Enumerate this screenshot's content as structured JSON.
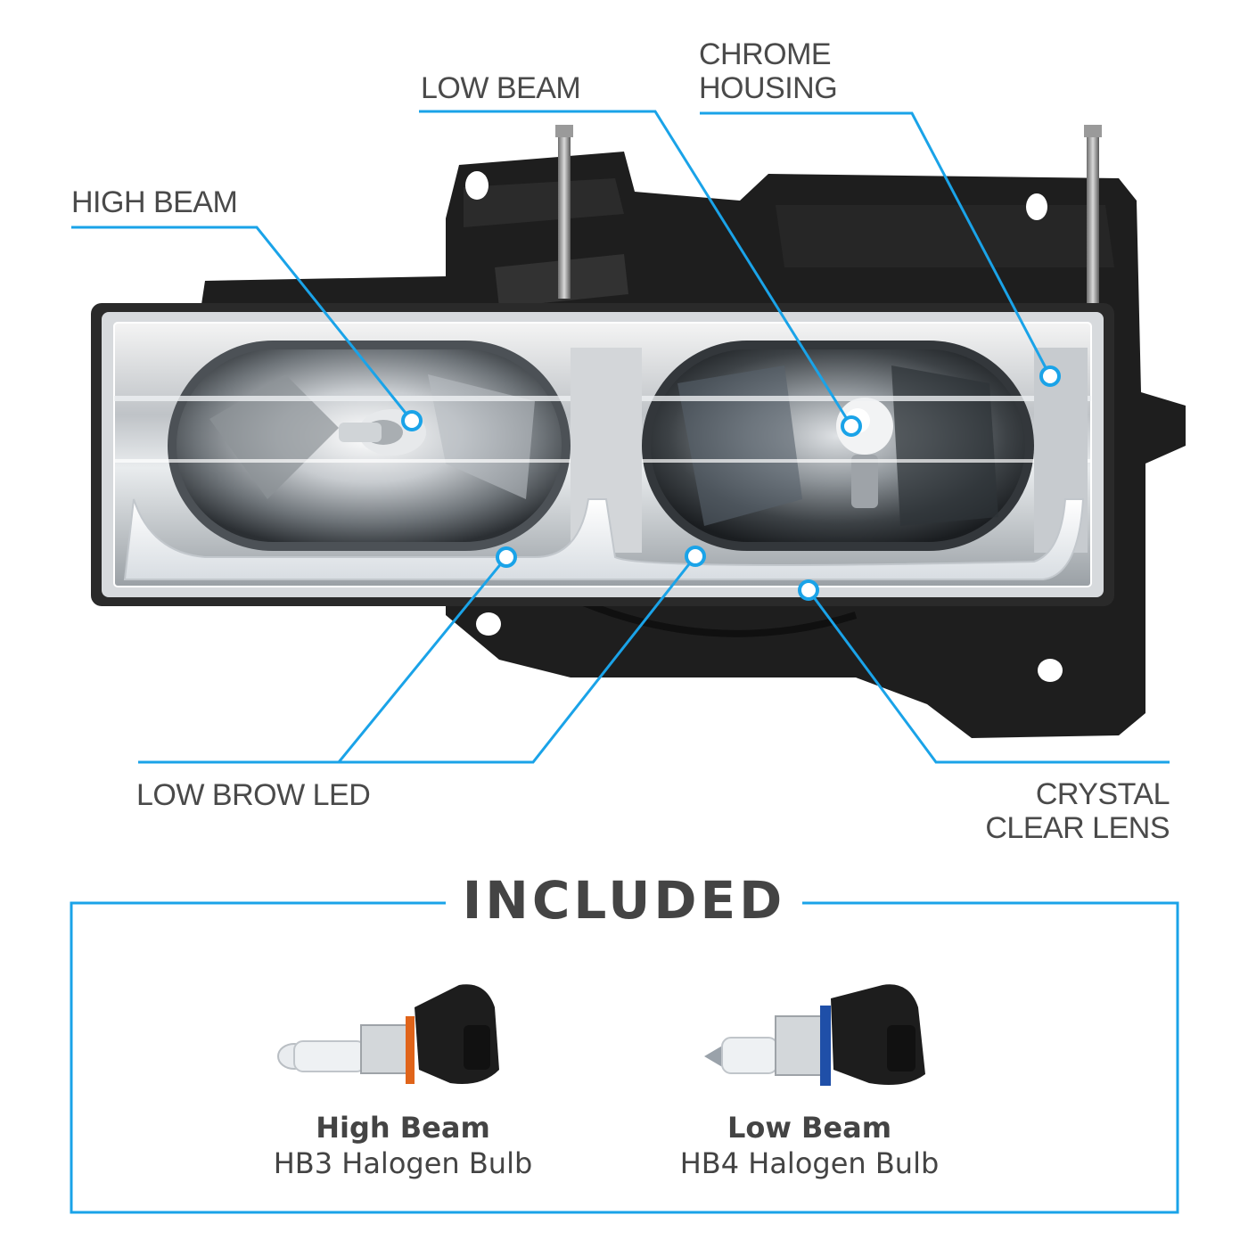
{
  "callouts": {
    "high_beam": "HIGH BEAM",
    "low_beam": "LOW BEAM",
    "chrome_housing_line1": "CHROME",
    "chrome_housing_line2": "HOUSING",
    "low_brow_led": "LOW BROW LED",
    "crystal_line1": "CRYSTAL",
    "crystal_line2": "CLEAR LENS"
  },
  "included": {
    "title": "INCLUDED",
    "bulbs": [
      {
        "name": "High Beam",
        "type": "HB3 Halogen Bulb"
      },
      {
        "name": "Low Beam",
        "type": "HB4 Halogen Bulb"
      }
    ]
  },
  "colors": {
    "accent": "#1aa3e8",
    "text": "#4a4a4a",
    "housing": "#1e1e1e"
  }
}
